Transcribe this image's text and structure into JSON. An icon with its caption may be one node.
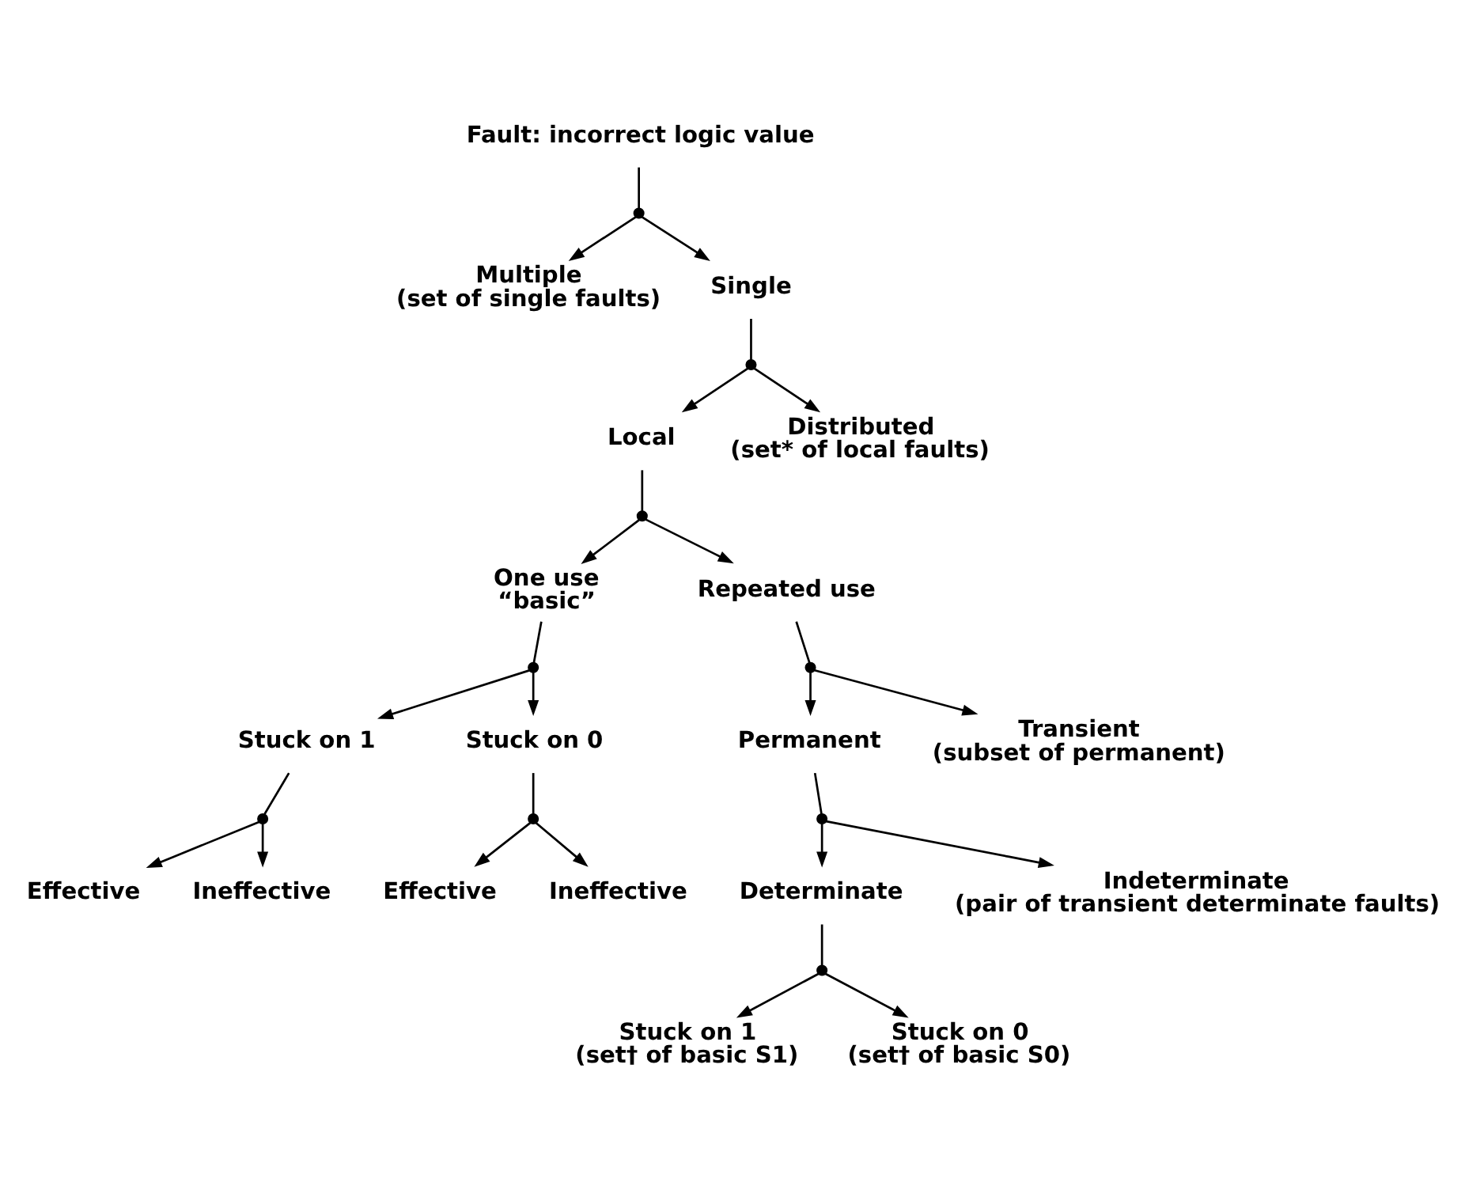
{
  "diagram": {
    "nodes": [
      {
        "text": [
          "Fault: incorrect logic value"
        ]
      },
      {
        "text": [],
        "shape": "circle"
      },
      {
        "text": [
          "Multiple",
          "(set of single faults)"
        ]
      },
      {
        "text": [
          "Single"
        ]
      },
      {
        "text": [],
        "shape": "circle"
      },
      {
        "text": [
          "Local"
        ]
      },
      {
        "text": [
          "Distributed",
          "(set* of local faults)"
        ]
      },
      {
        "text": [],
        "shape": "circle"
      },
      {
        "text": [
          "One use",
          "“basic”"
        ]
      },
      {
        "text": [
          "Repeated use"
        ]
      },
      {
        "text": [],
        "shape": "circle"
      },
      {
        "text": [
          "Permanent"
        ]
      },
      {
        "text": [
          "Transient",
          "(subset of permanent)"
        ]
      },
      {
        "text": [],
        "shape": "circle"
      },
      {
        "text": [
          "Determinate"
        ]
      },
      {
        "text": [
          "Indeterminate",
          "(pair of transient determinate faults)"
        ]
      },
      {
        "text": [],
        "shape": "circle"
      },
      {
        "text": [],
        "shape": "circle"
      },
      {
        "text": [
          "Stuck on 1"
        ]
      },
      {
        "text": [
          "Stuck on 0"
        ]
      },
      {
        "text": [
          "Stuck on 1",
          "(set† of basic S1)"
        ]
      },
      {
        "text": [
          "Stuck on 0",
          "(set† of basic S0)"
        ]
      },
      {
        "text": [],
        "shape": "circle"
      },
      {
        "text": [],
        "shape": "circle"
      },
      {
        "text": [
          "Effective"
        ]
      },
      {
        "text": [
          "Ineffective"
        ]
      },
      {
        "text": [
          "Effective"
        ]
      },
      {
        "text": [
          "Ineffective"
        ]
      }
    ],
    "edges": [
      {
        "from": 0,
        "to": 1,
        "arrow": "none"
      },
      {
        "from": 1,
        "to": 2,
        "arrow": "to"
      },
      {
        "from": 1,
        "to": 3,
        "arrow": "to"
      },
      {
        "from": 3,
        "to": 4,
        "arrow": "none"
      },
      {
        "from": 4,
        "to": 5,
        "arrow": "to"
      },
      {
        "from": 4,
        "to": 6,
        "arrow": "to"
      },
      {
        "from": 5,
        "to": 7,
        "arrow": "none"
      },
      {
        "from": 7,
        "to": 8,
        "arrow": "to"
      },
      {
        "from": 7,
        "to": 9,
        "arrow": "to"
      },
      {
        "from": 9,
        "to": 10,
        "arrow": "none"
      },
      {
        "from": 10,
        "to": 11,
        "arrow": "to"
      },
      {
        "from": 10,
        "to": 12,
        "arrow": "to"
      },
      {
        "from": 11,
        "to": 13,
        "arrow": "none"
      },
      {
        "from": 13,
        "to": 14,
        "arrow": "to"
      },
      {
        "from": 13,
        "to": 15,
        "arrow": "to"
      },
      {
        "from": 8,
        "to": 16,
        "arrow": "none"
      },
      {
        "from": 14,
        "to": 17,
        "arrow": "none"
      },
      {
        "from": 16,
        "to": 18,
        "arrow": "to"
      },
      {
        "from": 16,
        "to": 19,
        "arrow": "to"
      },
      {
        "from": 17,
        "to": 20,
        "arrow": "to"
      },
      {
        "from": 17,
        "to": 21,
        "arrow": "to"
      },
      {
        "from": 18,
        "to": 22,
        "arrow": "none"
      },
      {
        "from": 22,
        "to": 24,
        "arrow": "to"
      },
      {
        "from": 22,
        "to": 25,
        "arrow": "to"
      },
      {
        "from": 19,
        "to": 23,
        "arrow": "none"
      },
      {
        "from": 23,
        "to": 26,
        "arrow": "to"
      },
      {
        "from": 23,
        "to": 27,
        "arrow": "to"
      }
    ]
  }
}
